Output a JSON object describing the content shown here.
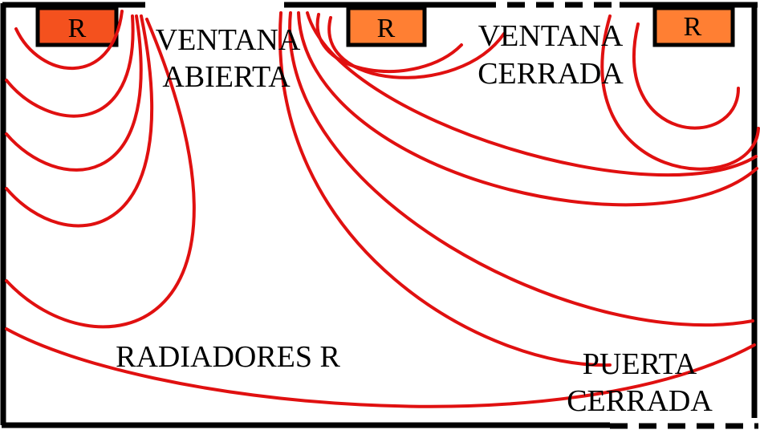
{
  "colors": {
    "flow_line": "#e01010",
    "radiator_left_fill": "#f4511e",
    "radiator_mid_fill": "#ff7f33",
    "radiator_right_fill": "#ff7f33",
    "wall": "#000000"
  },
  "radiators": [
    {
      "id": "left",
      "label": "R"
    },
    {
      "id": "middle",
      "label": "R"
    },
    {
      "id": "right",
      "label": "R"
    }
  ],
  "labels": {
    "open_window_line1": "VENTANA",
    "open_window_line2": "ABIERTA",
    "closed_window_line1": "VENTANA",
    "closed_window_line2": "CERRADA",
    "radiators": "RADIADORES R",
    "closed_door_line1": "PUERTA",
    "closed_door_line2": "CERRADA"
  }
}
